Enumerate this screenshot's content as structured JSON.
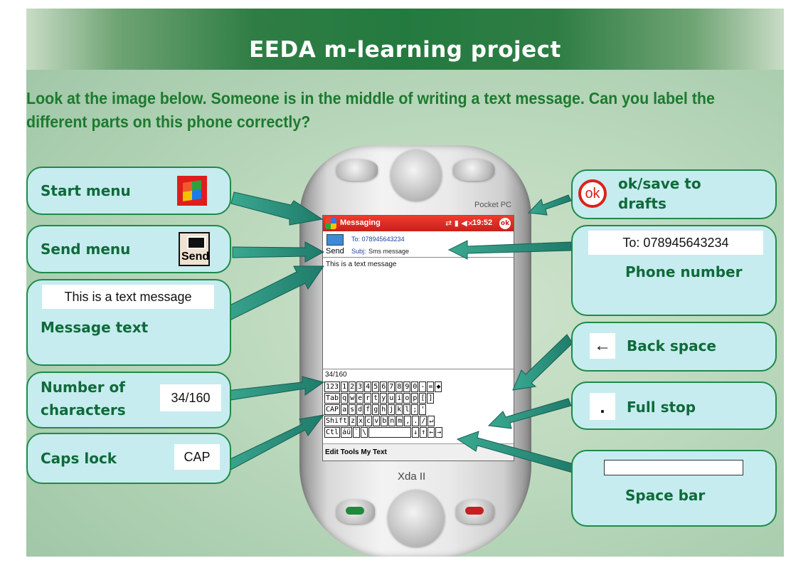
{
  "title": "EEDA m-learning project",
  "question": "Look at the image below. Someone is in the middle of writing a text message. Can you label the different parts on this phone correctly?",
  "labels": {
    "start_menu": "Start menu",
    "send_menu": "Send menu",
    "send_icon_text": "Send",
    "message_text_sample": "This is a text message",
    "message_text": "Message text",
    "number_of": "Number of",
    "characters": "characters",
    "char_count": "34/160",
    "caps_lock": "Caps lock",
    "cap_sample": "CAP",
    "ok_icon_text": "ok",
    "ok_save_1": "ok/save to",
    "ok_save_2": "drafts",
    "phone_number_sample": "To: 078945643234",
    "phone_number": "Phone number",
    "back_space": "Back space",
    "full_stop": "Full stop",
    "full_stop_sample": ".",
    "space_bar": "Space bar"
  },
  "phone": {
    "brand_top": "Pocket PC",
    "brand_bottom": "Xda II",
    "screen": {
      "app_title": "Messaging",
      "time": "19:52",
      "ok": "ok",
      "to_line": "To: 078945643234",
      "send": "Send",
      "subj_label": "Subj:",
      "subj_value": "Sms message",
      "body": "This is a text message",
      "counter": "34/160",
      "menu": "Edit Tools My Text",
      "keyboard_rows": [
        [
          "123",
          "1",
          "2",
          "3",
          "4",
          "5",
          "6",
          "7",
          "8",
          "9",
          "0",
          "-",
          "=",
          "◆"
        ],
        [
          "Tab",
          "q",
          "w",
          "e",
          "r",
          "t",
          "y",
          "u",
          "i",
          "o",
          "p",
          "[",
          "]"
        ],
        [
          "CAP",
          "a",
          "s",
          "d",
          "f",
          "g",
          "h",
          "j",
          "k",
          "l",
          ";",
          "'"
        ],
        [
          "Shift",
          "z",
          "x",
          "c",
          "v",
          "b",
          "n",
          "m",
          ",",
          ".",
          "/",
          "↵"
        ],
        [
          "Ctl",
          "áü",
          "`",
          "\\",
          " ",
          "↓",
          "↑",
          "←",
          "→"
        ]
      ]
    }
  },
  "colors": {
    "box_fill": "#c6ecef",
    "box_border": "#1f8a4a",
    "label_text": "#0f6a3a",
    "question_text": "#1d7a2f",
    "banner": "#237a3f",
    "arrow": "#2a9a86"
  }
}
